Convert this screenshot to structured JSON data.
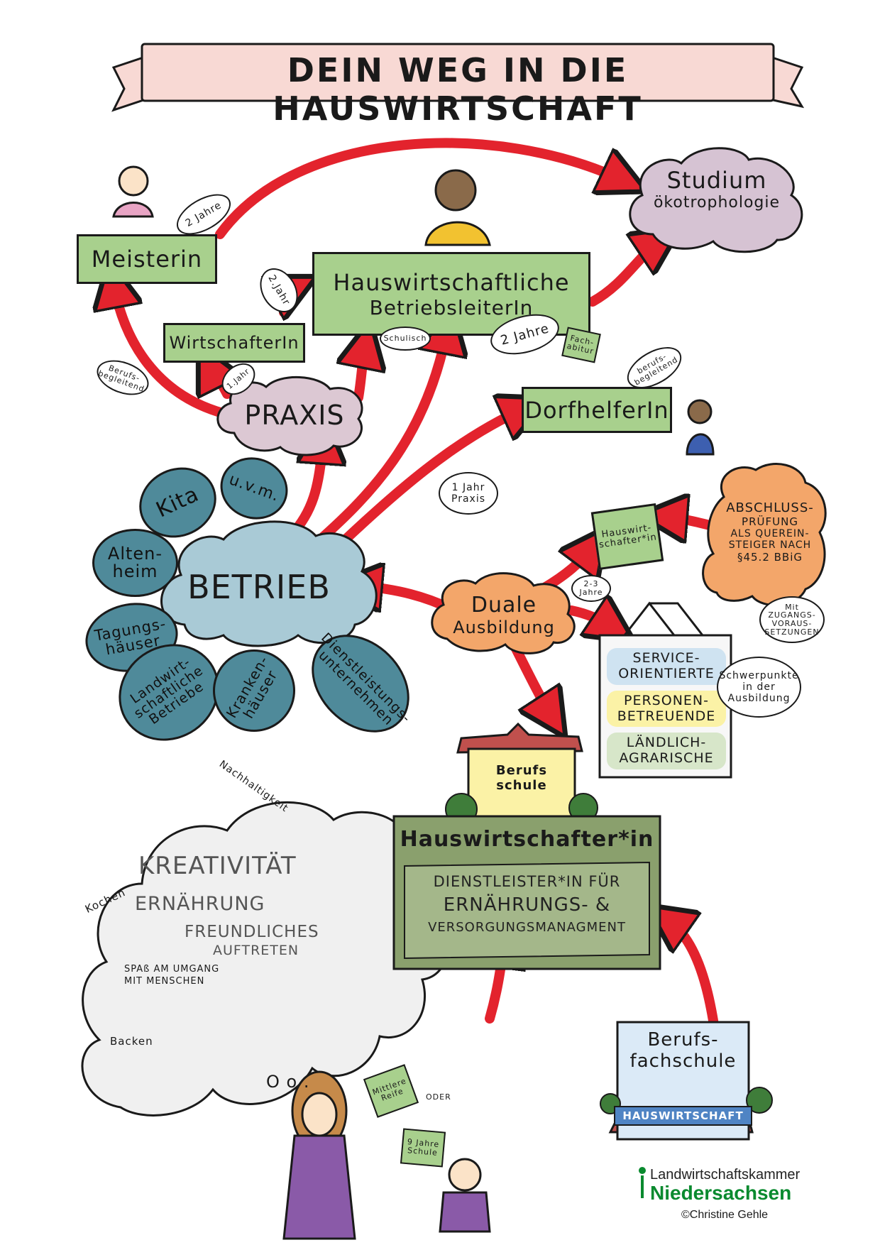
{
  "title": "DEIN WEG IN DIE HAUSWIRTSCHAFT",
  "nodes": {
    "studium": {
      "line1": "Studium",
      "line2": "ökotrophologie"
    },
    "meisterin": "Meisterin",
    "betriebsleiterin": {
      "line1": "Hauswirtschaftliche",
      "line2": "BetriebsleiterIn"
    },
    "wirtschafterin": "WirtschafterIn",
    "praxis": "PRAXIS",
    "dorfhelferin": "DorfhelferIn",
    "betrieb": "BETRIEB",
    "duale_ausbildung": {
      "line1": "Duale",
      "line2": "Ausbildung"
    },
    "abschlusspruefung": {
      "line1": "ABSCHLUSS-",
      "line2": "PRÜFUNG",
      "line3": "ALS QUEREIN-",
      "line4": "STEIGER NACH",
      "line5": "§45.2 BBiG"
    },
    "certificate": "Hauswirt-schafter*in",
    "berufsschule": {
      "line1": "Berufs",
      "line2": "schule"
    },
    "hauswirtschafterin_main": {
      "title": "Hauswirtschafter*in",
      "line1": "DIENSTLEISTER*IN FÜR",
      "line2": "ERNÄHRUNGS- &",
      "line3": "VERSORGUNGSMANAGMENT"
    },
    "berufsfachschule": {
      "line1": "Berufs-",
      "line2": "fachschule",
      "label": "HAUSWIRTSCHAFT"
    }
  },
  "labels": {
    "zwei_jahre_meisterin": "2 Jahre",
    "zwei_jahr_wirtschafterin": "2.Jahr",
    "ein_jahr": "1.Jahr",
    "berufsbegleitend_left": "Berufs-begleitend",
    "schulisch": "Schulisch",
    "zwei_jahre_betriebsleiterin": "2 Jahre",
    "fachabitur": "Fach-abitur",
    "berufsbegleitend_right": "berufs-begleitend",
    "ein_jahr_praxis": "1 Jahr Praxis",
    "zwei_drei_jahre": "2-3 Jahre",
    "mit_zugangsvoraussetzungen": "Mit ZUGANGS-VORAUS-SETZUNGEN",
    "schwerpunkte": "Schwerpunkte in der Ausbildung",
    "mittlere_reife": "Mittlere Reife",
    "oder": "ODER",
    "neun_jahre_schule": "9 Jahre Schule"
  },
  "betrieb_petals": [
    "Kita",
    "u.v.m.",
    "Alten-heim",
    "Tagungs-häuser",
    "Landwirt-schaftliche Betriebe",
    "Kranken-häuser",
    "Dienstleistungs-unternehmen"
  ],
  "schwerpunkte_items": [
    "SERVICE-ORIENTIERTE",
    "PERSONEN-BETREUENDE",
    "LÄNDLICH-AGRARISCHE"
  ],
  "skills": {
    "nachhaltigkeit": "Nachhaltigkeit",
    "kreativitaet": "KREATIVITÄT",
    "kochen": "Kochen",
    "ernaehrung": "ERNÄHRUNG",
    "freundliches": "FREUNDLICHES",
    "auftreten": "AUFTRETEN",
    "spass": "SPAß AM UMGANG MIT MENSCHEN",
    "backen": "Backen"
  },
  "thought_dots": "O o .",
  "footer": {
    "org1": "Landwirtschaftskammer",
    "org2": "Niedersachsen",
    "credit": "©Christine Gehle"
  },
  "colors": {
    "arrow": "#e3232d",
    "green_box": "#a8d08d",
    "petal": "#4f8a9a",
    "betrieb": "#a9cad6",
    "orange": "#f3a66a",
    "studium_cloud": "#d6c3d3",
    "praxis_cloud": "#dcc8d3",
    "banner": "#f8d9d4",
    "school_yellow": "#fbf2a6",
    "school_blue": "#dbeaf7",
    "school_roof": "#c0504d",
    "hw_main": "#8aa06d",
    "brand_green": "#0a8a2f"
  }
}
